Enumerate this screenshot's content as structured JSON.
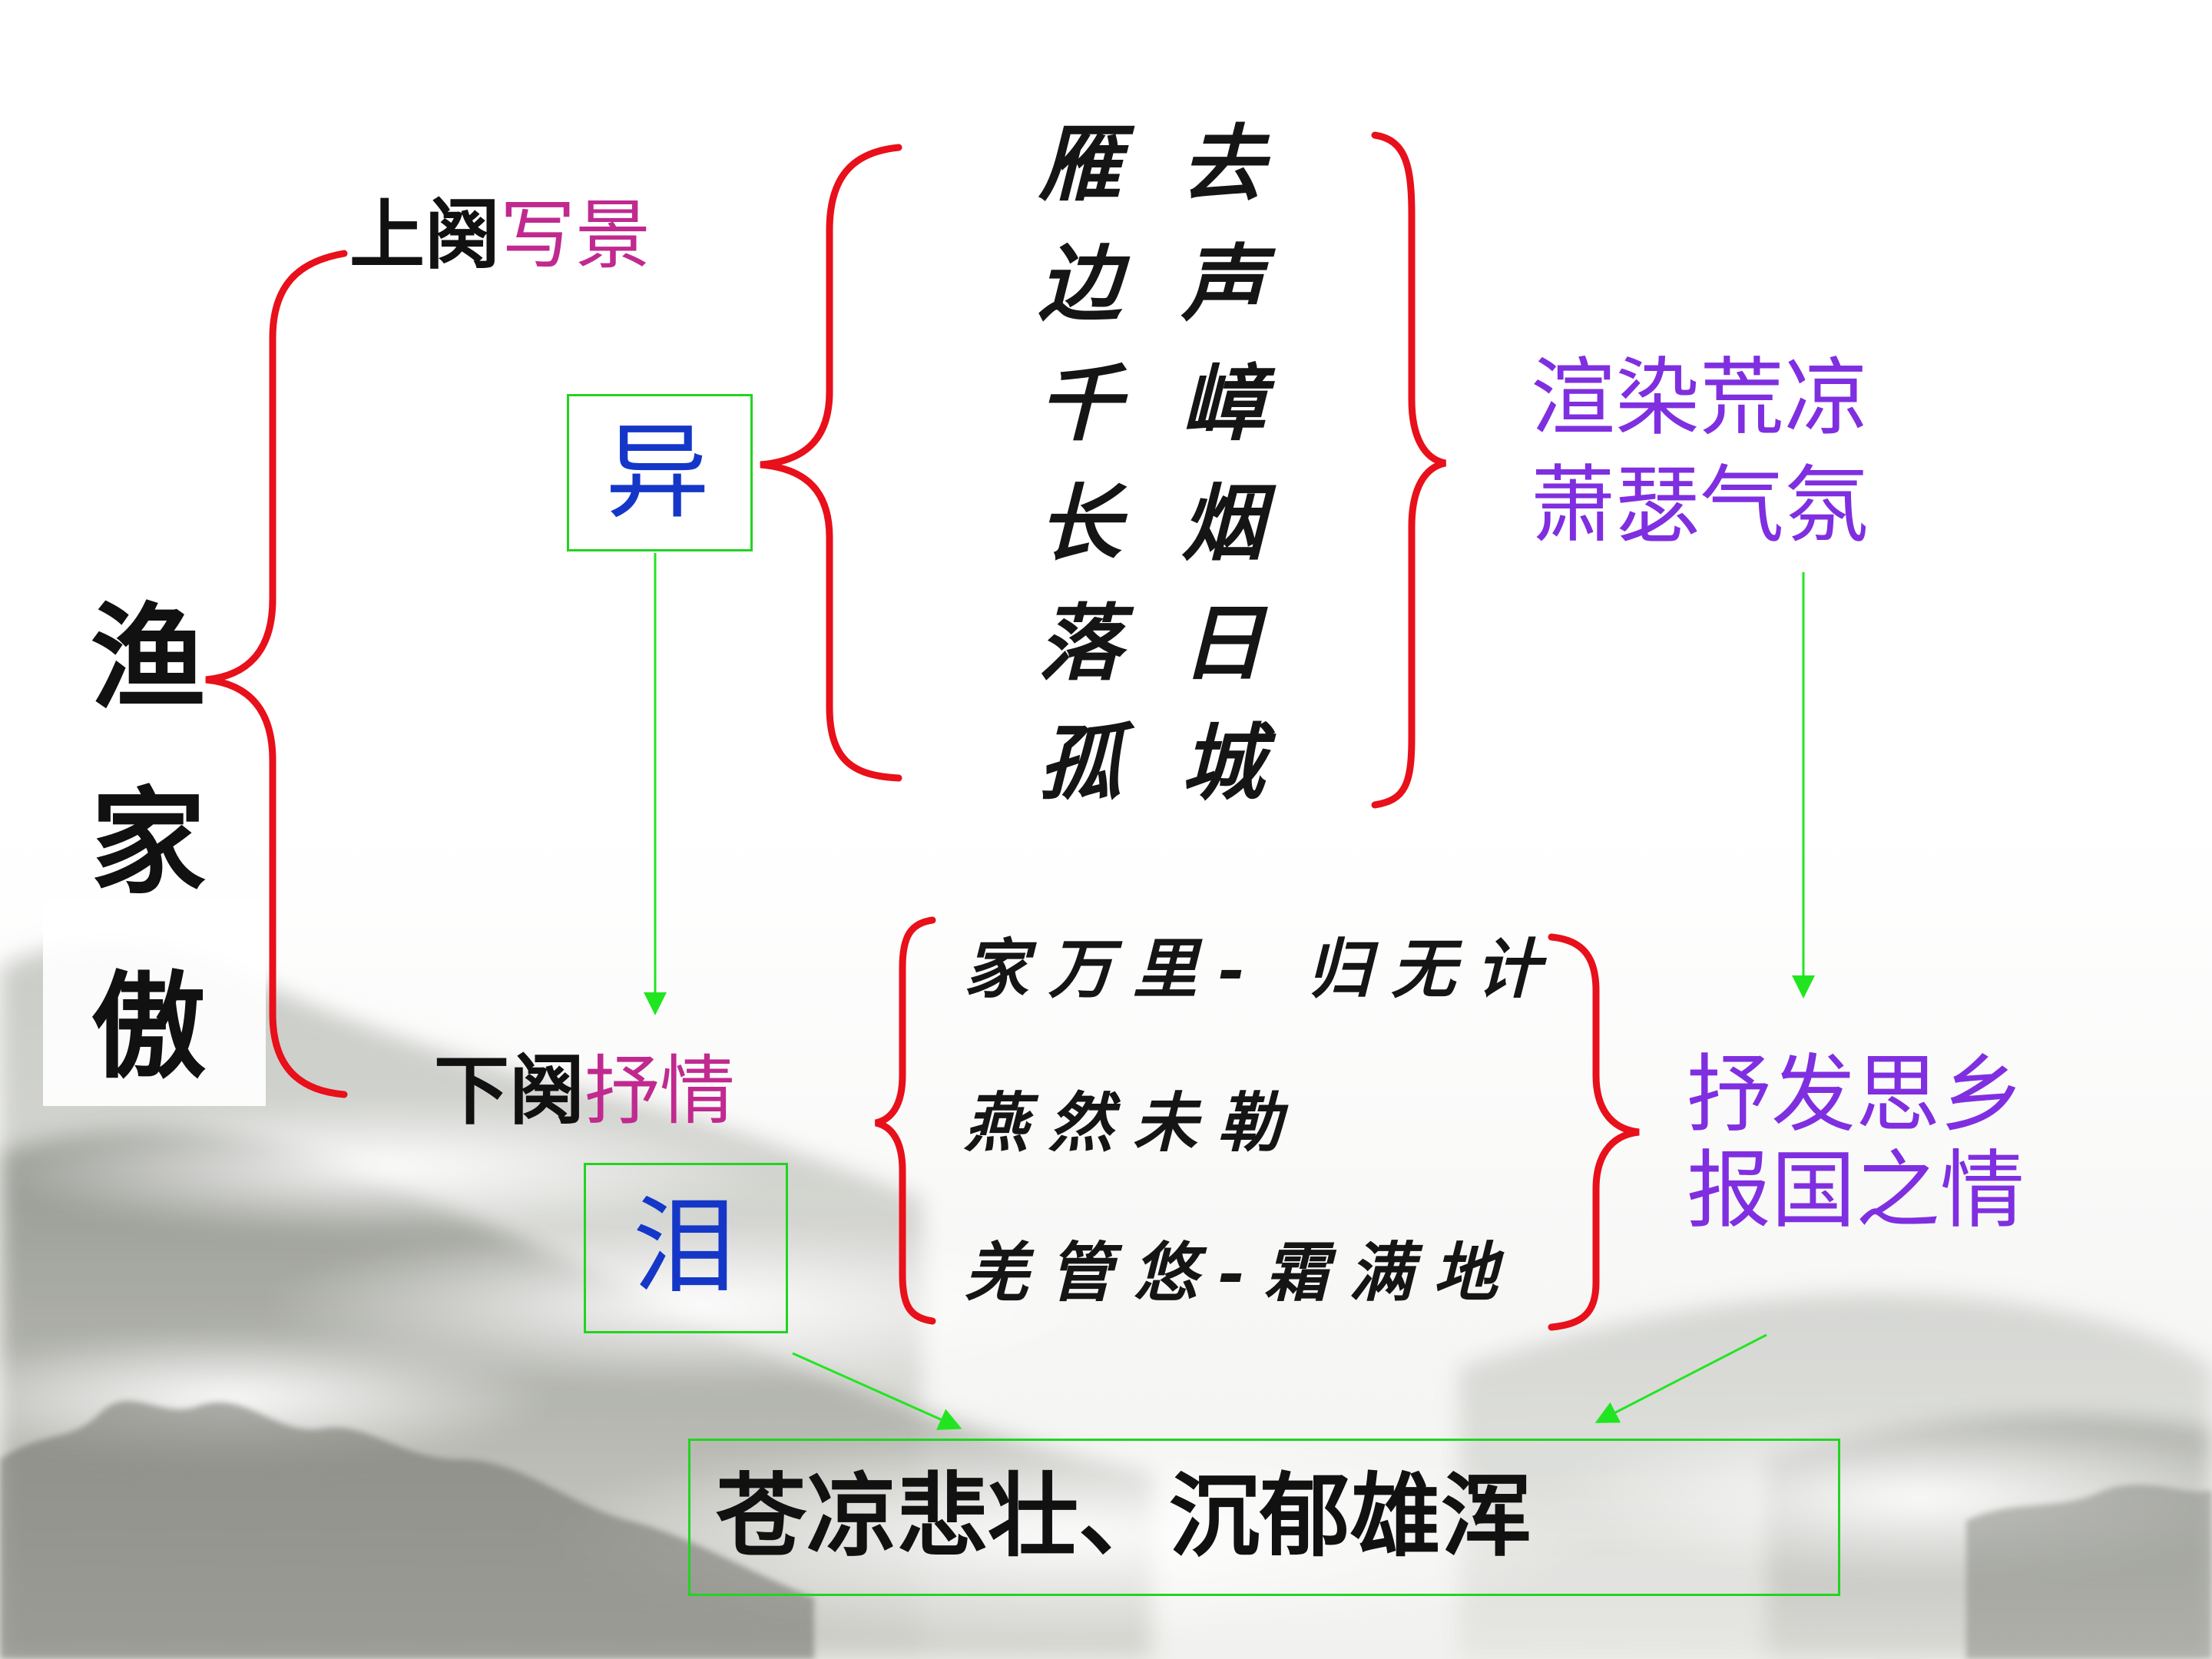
{
  "title_chars": [
    "渔",
    "家",
    "傲"
  ],
  "upper": {
    "label": "上阕",
    "accent": "写景",
    "box_char": "异",
    "phrases_left": [
      "雁",
      "边",
      "千",
      "长",
      "落",
      "孤"
    ],
    "phrases_right": [
      "去",
      "声",
      "嶂",
      "烟",
      "日",
      "城"
    ],
    "feeling_lines": [
      "渲染荒凉",
      "萧瑟气氛"
    ]
  },
  "lower": {
    "label": "下阕",
    "accent": "抒情",
    "box_char": "泪",
    "verses": [
      "家万里- 归无计",
      "燕然未勒",
      "羌管悠-霜满地"
    ],
    "feeling_lines": [
      "抒发思乡",
      "报国之情"
    ]
  },
  "conclusion": "苍凉悲壮、沉郁雄浑",
  "colors": {
    "bracket": "#e8101a",
    "arrow": "#22e522",
    "accent_magenta": "#c02a8f",
    "box_text_blue": "#1537c8",
    "feeling_purple": "#7f2fe0",
    "text_dark": "#111111"
  }
}
